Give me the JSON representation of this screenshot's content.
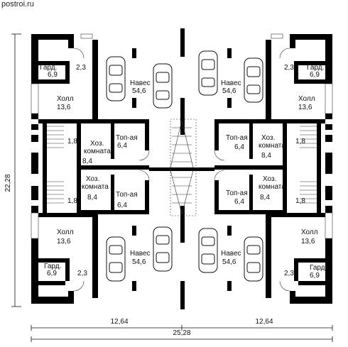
{
  "watermark": "postroi.ru",
  "dimensions": {
    "total_height": "22,28",
    "left_width": "12,64",
    "right_width": "12,64",
    "total_width": "25,28"
  },
  "rooms": {
    "tl_gard_name": "Гард.",
    "tl_gard_area": "6,9",
    "tl_small_area": "2,3",
    "tl_hall_name": "Холл",
    "tl_hall_area": "13,6",
    "tl_naves_name": "Навес",
    "tl_naves_area": "54,6",
    "tl_stair_area": "1,8",
    "tl_hoz_name1": "Хоз.",
    "tl_hoz_name2": "комната",
    "tl_hoz_area": "8,4",
    "tl_top_name": "Топ-ая",
    "tl_top_area": "6,4",
    "tr_gard_name": "Гард.",
    "tr_gard_area": "6,9",
    "tr_small_area": "2,3",
    "tr_hall_name": "Холл",
    "tr_hall_area": "13,6",
    "tr_naves_name": "Навес",
    "tr_naves_area": "54,6",
    "tr_stair_area": "1,8",
    "tr_hoz_name1": "Хоз.",
    "tr_hoz_name2": "комната",
    "tr_hoz_area": "8,4",
    "tr_top_name": "Топ-ая",
    "tr_top_area": "6,4",
    "bl_gard_name": "Гард.",
    "bl_gard_area": "6,9",
    "bl_small_area": "2,3",
    "bl_hall_name": "Холл",
    "bl_hall_area": "13,6",
    "bl_naves_name": "Навес",
    "bl_naves_area": "54,6",
    "bl_stair_area": "1,8",
    "bl_hoz_name1": "Хоз.",
    "bl_hoz_name2": "комната",
    "bl_hoz_area": "8,4",
    "bl_top_name": "Топ-ая",
    "bl_top_area": "6,4",
    "br_gard_name": "Гард.",
    "br_gard_area": "6,9",
    "br_small_area": "2,3",
    "br_hall_name": "Холл",
    "br_hall_area": "13,6",
    "br_naves_name": "Навес",
    "br_naves_area": "54,6",
    "br_stair_area": "1,8",
    "br_hoz_name1": "Хоз.",
    "br_hoz_name2": "комната",
    "br_hoz_area": "8,4",
    "br_top_name": "Топ-ая",
    "br_top_area": "6,4"
  }
}
